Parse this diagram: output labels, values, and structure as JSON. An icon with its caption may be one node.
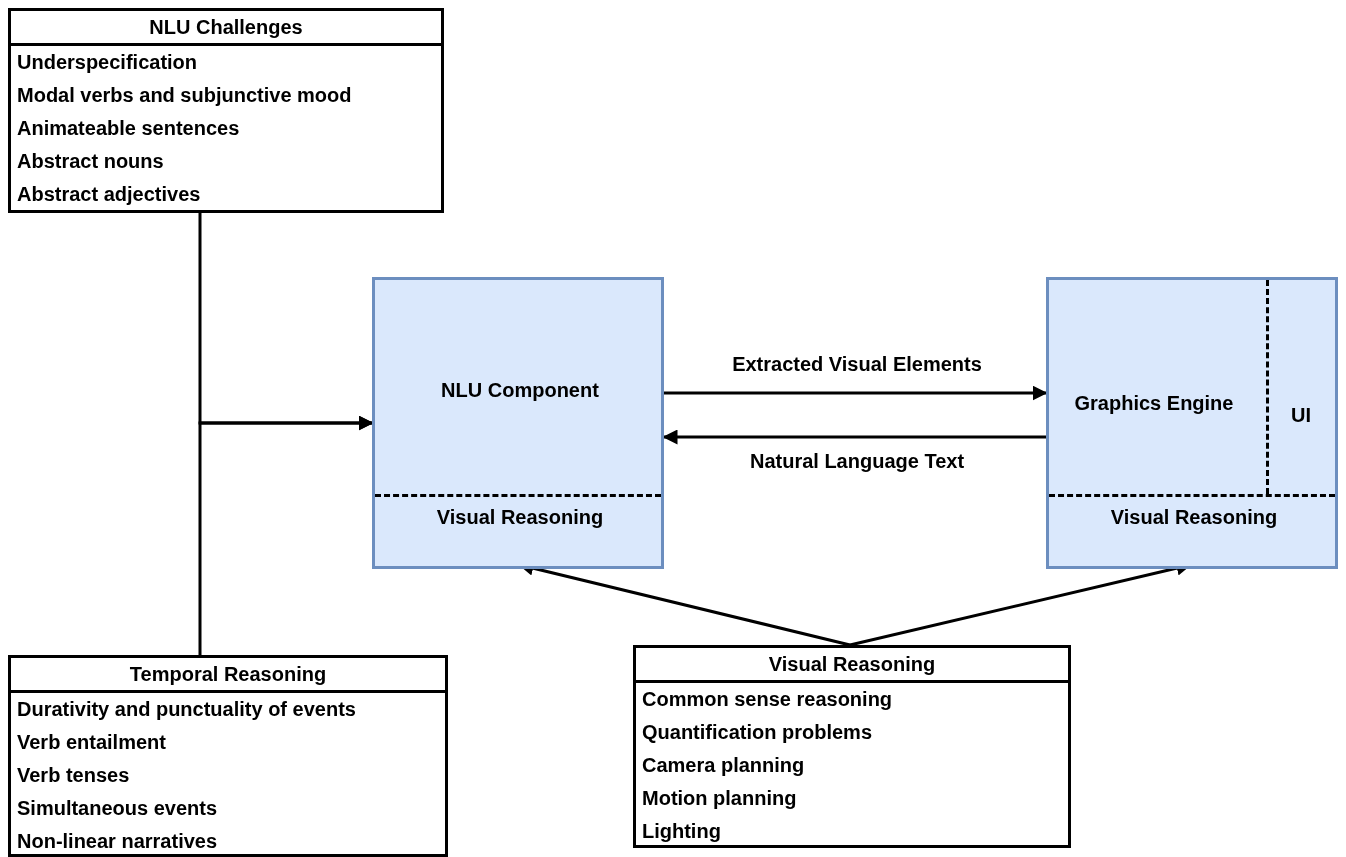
{
  "diagram": {
    "nodes": [
      {
        "text": [
          "NLU Challenges",
          "Underspecification",
          "Modal verbs and subjunctive mood",
          "Animateable sentences",
          "Abstract nouns",
          "Abstract adjectives"
        ]
      },
      {
        "text": [
          "Temporal Reasoning",
          "Durativity and punctuality of events",
          "Verb entailment",
          "Verb tenses",
          "Simultaneous events",
          "Non-linear narratives"
        ]
      },
      {
        "text": [
          "NLU Component",
          "Visual Reasoning"
        ]
      },
      {
        "text": [
          "Graphics Engine",
          "UI",
          "Visual Reasoning"
        ]
      },
      {
        "text": [
          "Visual Reasoning",
          "Common sense reasoning",
          "Quantification problems",
          "Camera planning",
          "Motion planning",
          "Lighting"
        ]
      }
    ],
    "edges": [
      {
        "from": 0,
        "to": 2,
        "arrow": "to"
      },
      {
        "from": 1,
        "to": 2,
        "arrow": "to"
      },
      {
        "from": 2,
        "to": 3,
        "arrow": "to",
        "label": "Extracted Visual Elements"
      },
      {
        "from": 3,
        "to": 2,
        "arrow": "to",
        "label": "Natural Language Text"
      },
      {
        "from": 4,
        "to": 2,
        "arrow": "to"
      },
      {
        "from": 4,
        "to": 3,
        "arrow": "to"
      }
    ]
  }
}
